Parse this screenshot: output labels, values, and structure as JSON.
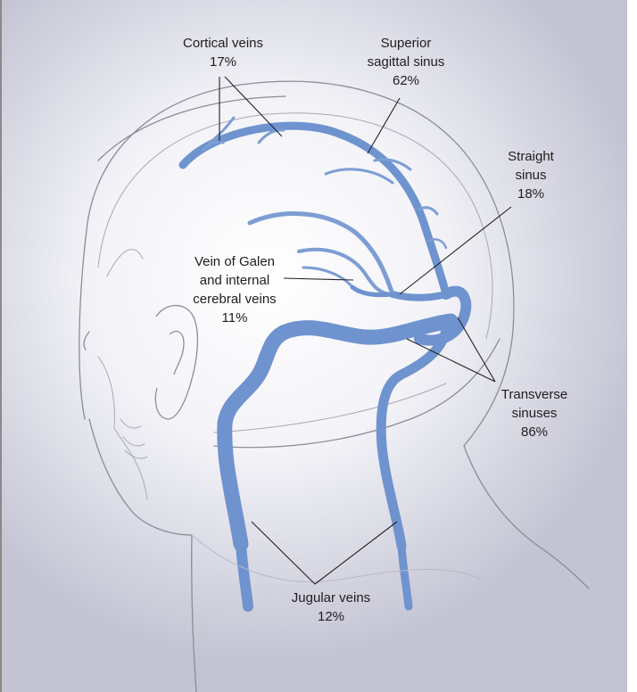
{
  "colors": {
    "vein": "#6f93cf",
    "vein_light": "#9db5e0",
    "outline": "#8c8c98",
    "leader": "#222222"
  },
  "labels": {
    "cortical": {
      "name": "Cortical veins",
      "pct": "17%"
    },
    "superior": {
      "line1": "Superior",
      "line2": "sagittal sinus",
      "pct": "62%"
    },
    "straight": {
      "line1": "Straight",
      "line2": "sinus",
      "pct": "18%"
    },
    "galen": {
      "line1": "Vein of Galen",
      "line2": "and internal",
      "line3": "cerebral veins",
      "pct": "11%"
    },
    "transverse": {
      "line1": "Transverse",
      "line2": "sinuses",
      "pct": "86%"
    },
    "jugular": {
      "name": "Jugular veins",
      "pct": "12%"
    }
  }
}
